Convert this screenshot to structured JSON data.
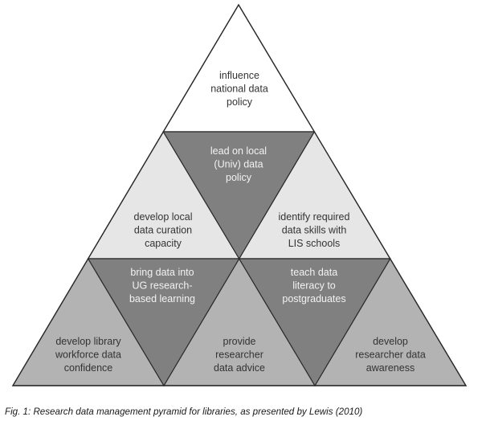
{
  "diagram": {
    "cells": [
      {
        "id": "top",
        "orientation": "up",
        "fill": "#ffffff",
        "text_color": "#333333",
        "lines": [
          "influence",
          "national data",
          "policy"
        ]
      },
      {
        "id": "mid-center",
        "orientation": "down",
        "fill": "#808080",
        "text_color": "#f2f2f2",
        "lines": [
          "lead on local",
          "(Univ) data",
          "policy"
        ]
      },
      {
        "id": "mid-left",
        "orientation": "up",
        "fill": "#e6e6e6",
        "text_color": "#333333",
        "lines": [
          "develop local",
          "data curation",
          "capacity"
        ]
      },
      {
        "id": "mid-right",
        "orientation": "up",
        "fill": "#e6e6e6",
        "text_color": "#333333",
        "lines": [
          "identify required",
          "data skills with",
          "LIS schools"
        ]
      },
      {
        "id": "bottom-inv-left",
        "orientation": "down",
        "fill": "#808080",
        "text_color": "#f2f2f2",
        "lines": [
          "bring data into",
          "UG research-",
          "based learning"
        ]
      },
      {
        "id": "bottom-inv-right",
        "orientation": "down",
        "fill": "#808080",
        "text_color": "#f2f2f2",
        "lines": [
          "teach data",
          "literacy to",
          "postgraduates"
        ]
      },
      {
        "id": "bottom-left",
        "orientation": "up",
        "fill": "#b3b3b3",
        "text_color": "#333333",
        "lines": [
          "develop library",
          "workforce data",
          "confidence"
        ]
      },
      {
        "id": "bottom-center",
        "orientation": "up",
        "fill": "#b3b3b3",
        "text_color": "#333333",
        "lines": [
          "provide",
          "researcher",
          "data advice"
        ]
      },
      {
        "id": "bottom-right",
        "orientation": "up",
        "fill": "#b3b3b3",
        "text_color": "#333333",
        "lines": [
          "develop",
          "researcher data",
          "awareness"
        ]
      }
    ]
  },
  "caption": "Fig. 1: Research data management pyramid for libraries, as presented by Lewis (2010)"
}
